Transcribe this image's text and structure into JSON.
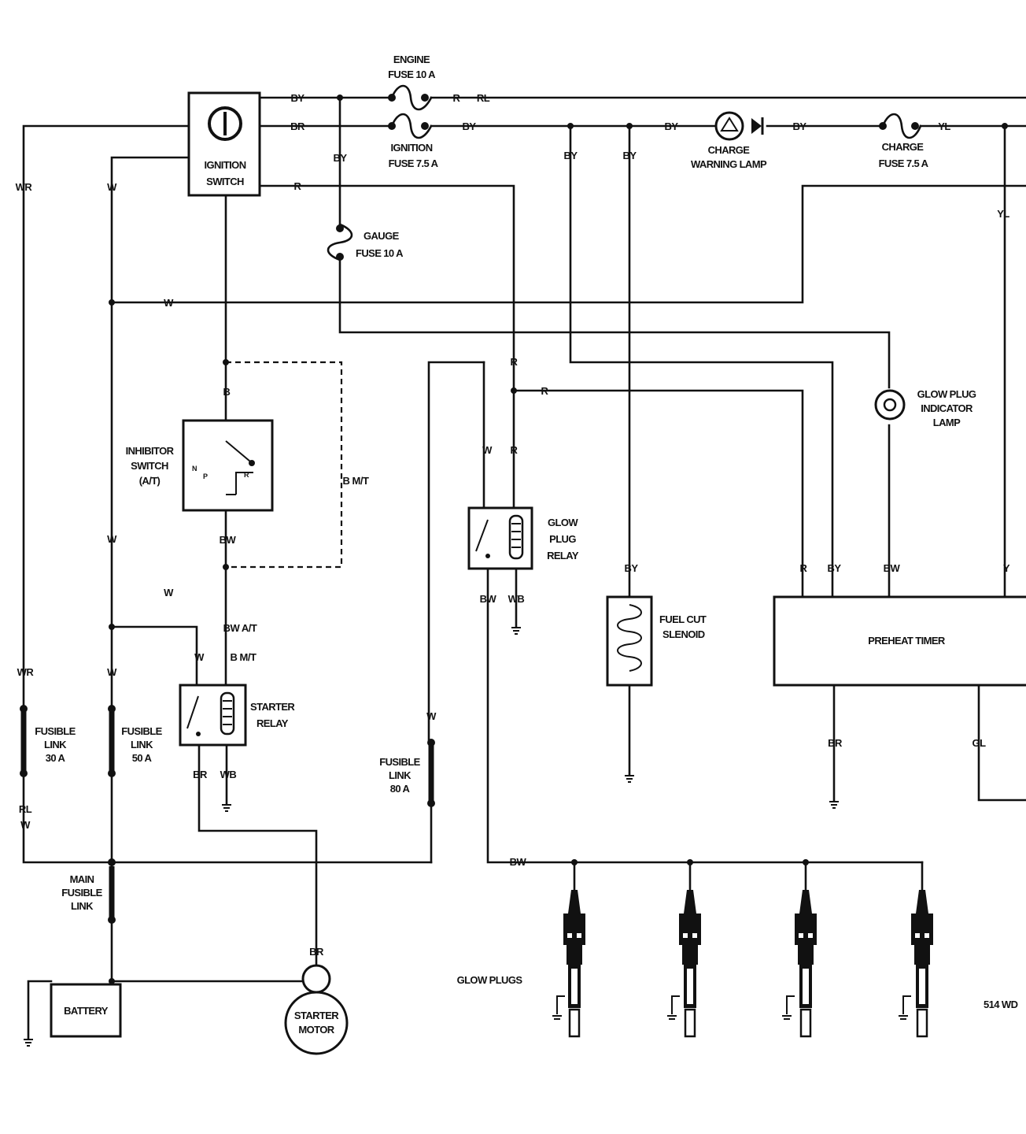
{
  "components": {
    "engine_fuse": [
      "ENGINE",
      "FUSE 10 A"
    ],
    "ignition_fuse": [
      "IGNITION",
      "FUSE 7.5 A"
    ],
    "charge_warning_lamp": [
      "CHARGE",
      "WARNING LAMP"
    ],
    "charge_fuse": [
      "CHARGE",
      "FUSE 7.5 A"
    ],
    "ignition_switch": [
      "IGNITION",
      "SWITCH"
    ],
    "gauge_fuse": [
      "GAUGE",
      "FUSE 10 A"
    ],
    "glow_plug_indicator_lamp": [
      "GLOW PLUG",
      "INDICATOR",
      "LAMP"
    ],
    "inhibitor_switch": [
      "INHIBITOR",
      "SWITCH",
      "(A/T)"
    ],
    "glow_plug_relay": [
      "GLOW",
      "PLUG",
      "RELAY"
    ],
    "fuel_cut_solenoid": [
      "FUEL CUT",
      "SLENOID"
    ],
    "preheat_timer": "PREHEAT TIMER",
    "starter_relay": [
      "STARTER",
      "RELAY"
    ],
    "fusible_link_left": [
      "FUSIBLE",
      "LINK",
      "30 A"
    ],
    "fusible_link_mid": [
      "FUSIBLE",
      "LINK",
      "50 A"
    ],
    "fusible_link_right": [
      "FUSIBLE",
      "LINK",
      "80 A"
    ],
    "main_fusible_link": [
      "MAIN",
      "FUSIBLE",
      "LINK"
    ],
    "battery": "BATTERY",
    "starter_motor": [
      "STARTER",
      "MOTOR"
    ],
    "glow_plugs": "GLOW PLUGS",
    "page_code": "514 WD"
  },
  "wire_labels": {
    "by_top": "BY",
    "r_top": "R",
    "rl_top": "RL",
    "br_ign": "BR",
    "by_ign": "BY",
    "by_lamp_in": "BY",
    "by_lamp_out": "BY",
    "yl_top": "YL",
    "by_drop1": "BY",
    "by_drop2": "BY",
    "by_drop3": "BY",
    "wr_left": "WR",
    "w_left": "W",
    "r_switch": "R",
    "yl_right": "YL",
    "w_bus": "W",
    "r_relay1": "R",
    "r_branch": "R",
    "w_relay": "W",
    "r_relay2": "R",
    "bw_inhib": "BW",
    "b_inhib": "B",
    "b_mt": "B M/T",
    "w_mid1": "W",
    "w_mid2": "W",
    "bw_at": "BW A/T",
    "b_mt2": "B M/T",
    "w_starter": "W",
    "bw_relay": "BW",
    "wb_relay": "WB",
    "by_solenoid": "BY",
    "r_timer": "R",
    "by_timer": "BY",
    "bw_timer": "BW",
    "y_timer": "Y",
    "wr_low": "WR",
    "w_low": "W",
    "w_fl80": "W",
    "br_starter": "BR",
    "wb_starter": "WB",
    "br_timer_gnd": "BR",
    "gl_timer": "GL",
    "rl_low": "RL",
    "w_rl": "W",
    "bw_glow": "BW",
    "br_motor": "BR"
  }
}
